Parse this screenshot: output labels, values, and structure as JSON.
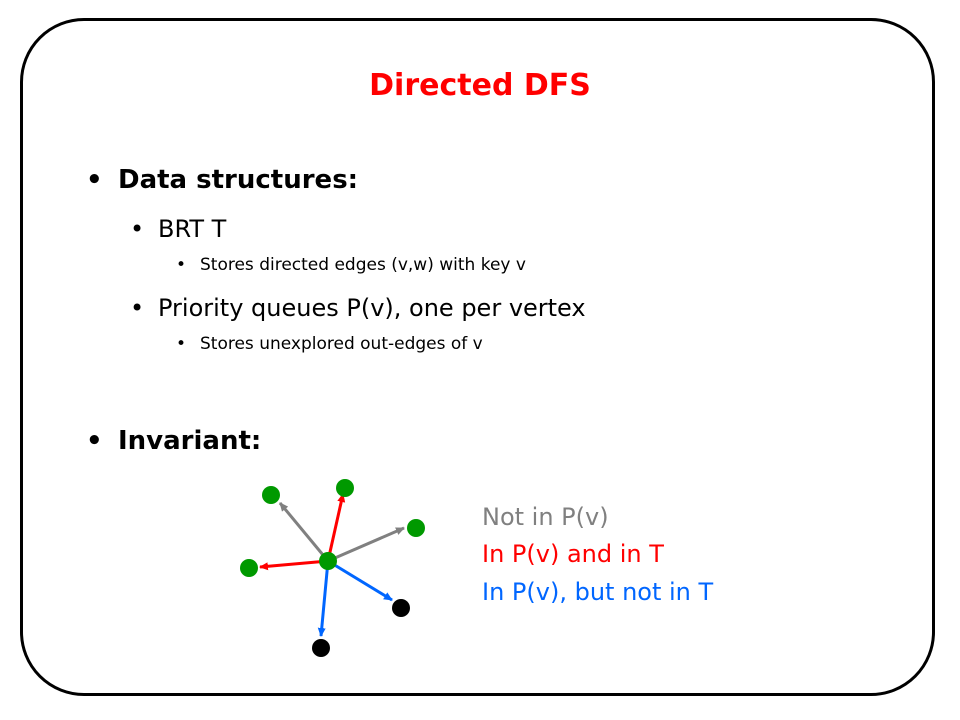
{
  "slide": {
    "title": "Directed DFS",
    "bullets": {
      "data_structures": "Data structures:",
      "brt": "BRT T",
      "brt_detail": "Stores directed edges (v,w) with key v",
      "pq": "Priority queues P(v), one per vertex",
      "pq_detail": "Stores unexplored out-edges of v",
      "invariant": "Invariant:"
    },
    "bullet_glyph": "•"
  },
  "legend": {
    "not_in_p": "Not in P(v)",
    "in_p_and_t": "In P(v) and in T",
    "in_p_not_t": "In P(v), but not in T"
  },
  "colors": {
    "title": "#ff0000",
    "edge_not_in_p": "#808080",
    "edge_in_p_and_t": "#ff0000",
    "edge_in_p_not_t": "#0066ff",
    "node_green": "#009900",
    "node_black": "#000000"
  }
}
